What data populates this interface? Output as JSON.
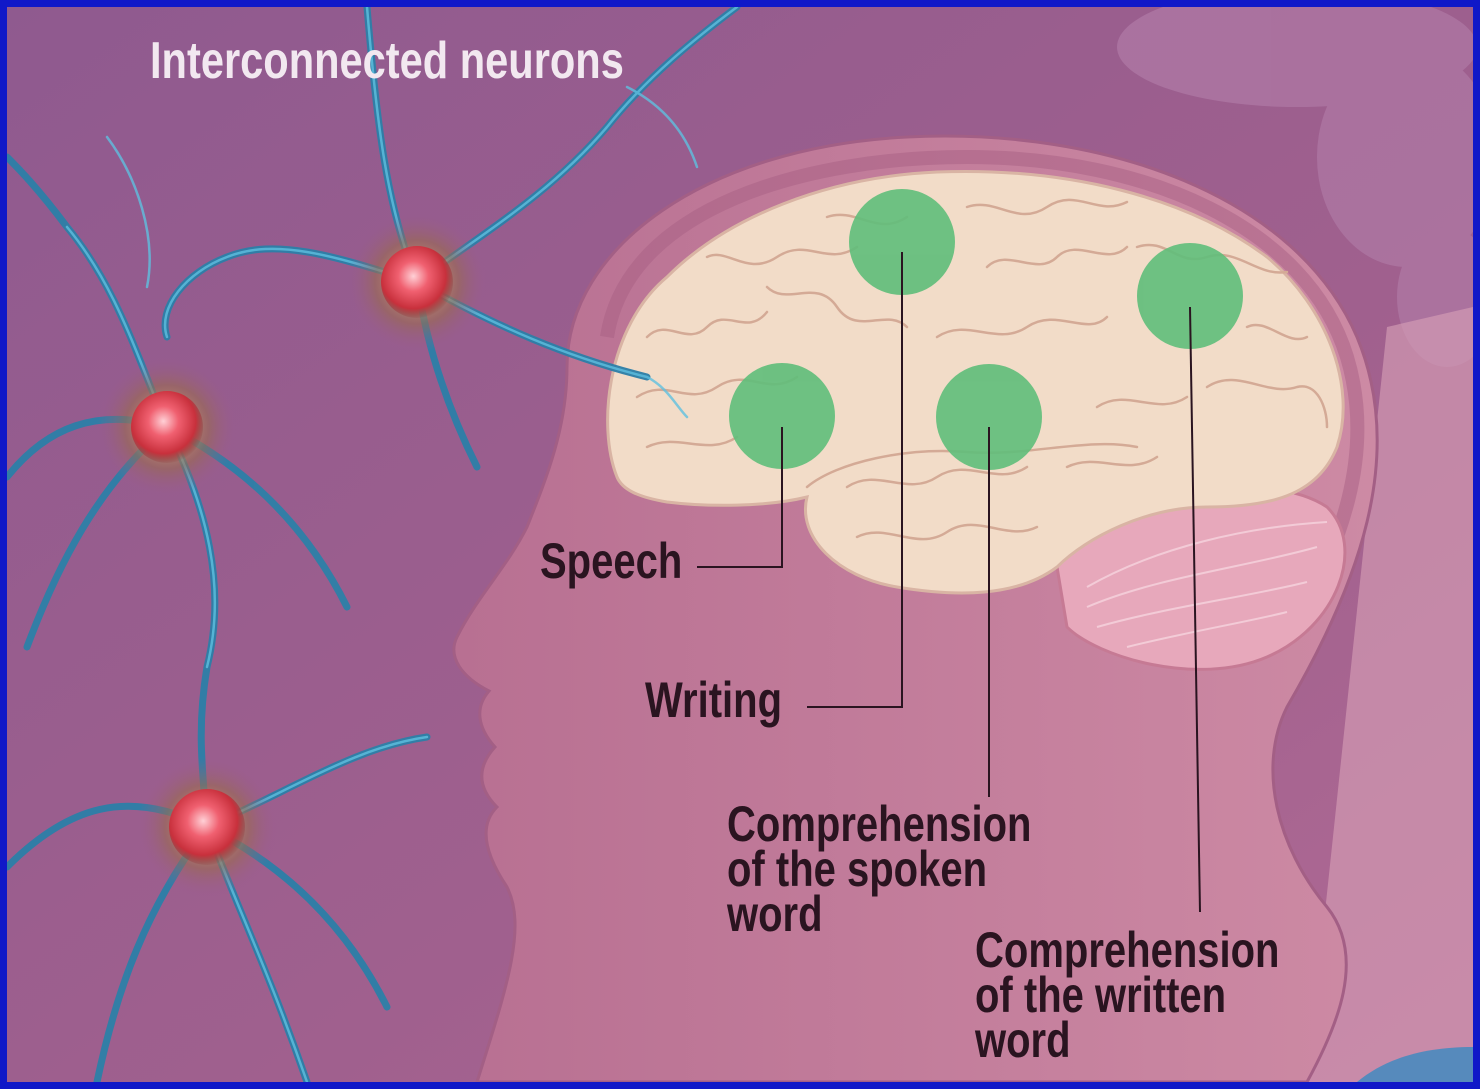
{
  "title": "Interconnected neurons",
  "labels": {
    "speech": "Speech",
    "writing": "Writing",
    "spoken": "Comprehension of the spoken word",
    "written": "Comprehension of the written word"
  },
  "colors": {
    "border": "#1018c8",
    "background": "#9a5a8c",
    "head": "#c9829f",
    "brain": "#f2dcc8",
    "cerebellum": "#e7a8bb",
    "region": "#5fbe7a",
    "neuron_body": "#e84a5a",
    "dendrite": "#3a86b0",
    "label_text": "#2a1420"
  },
  "icons": [
    "neuron-icon",
    "brain-icon",
    "head-silhouette-icon"
  ]
}
